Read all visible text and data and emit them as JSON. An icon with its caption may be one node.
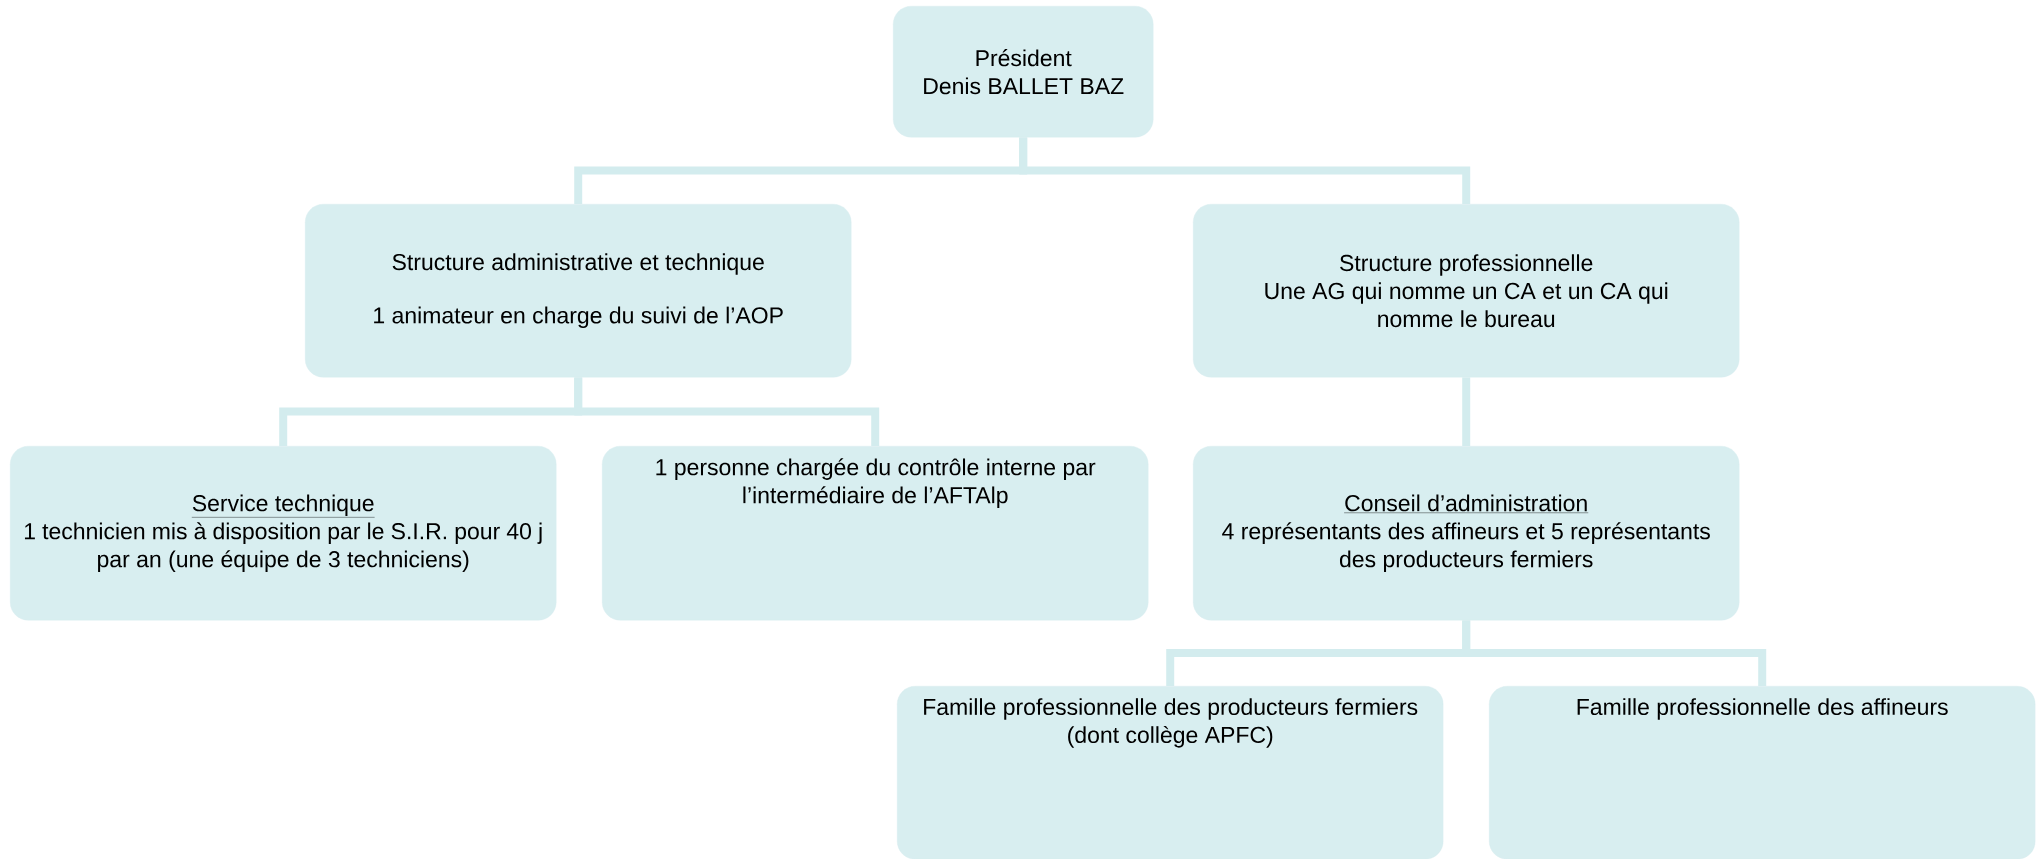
{
  "diagram": {
    "nodes": [
      {
        "text": [
          "Président",
          "Denis BALLET BAZ"
        ]
      },
      {
        "text": [
          "Structure administrative et technique",
          "1 animateur en charge du suivi de l’AOP"
        ]
      },
      {
        "text": [
          "Structure professionnelle",
          "Une AG qui nomme un CA et un CA qui nomme le bureau"
        ]
      },
      {
        "text": [
          "Service technique",
          "1 technicien mis à disposition par le S.I.R.  pour 40 j par an (une équipe de 3 techniciens)"
        ]
      },
      {
        "text": [
          "1 personne chargée du contrôle interne par l’intermédiaire de l’AFTAlp"
        ]
      },
      {
        "text": [
          "Conseil d’administration",
          "4 représentants des affineurs et 5 représentants des producteurs fermiers"
        ]
      },
      {
        "text": [
          "Famille professionnelle des producteurs fermiers (dont collège APFC)"
        ]
      },
      {
        "text": [
          "Famille professionnelle des affineurs"
        ]
      }
    ],
    "edges": [
      {
        "from": 0,
        "to": 1,
        "arrow": "none"
      },
      {
        "from": 0,
        "to": 2,
        "arrow": "none"
      },
      {
        "from": 1,
        "to": 3,
        "arrow": "none"
      },
      {
        "from": 1,
        "to": 4,
        "arrow": "none"
      },
      {
        "from": 2,
        "to": 5,
        "arrow": "none"
      },
      {
        "from": 5,
        "to": 6,
        "arrow": "none"
      },
      {
        "from": 5,
        "to": 7,
        "arrow": "none"
      }
    ]
  }
}
